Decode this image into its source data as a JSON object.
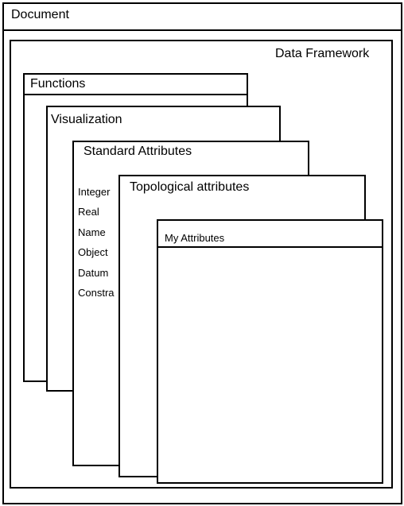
{
  "document": {
    "title": "Document"
  },
  "framework": {
    "title": "Data Framework"
  },
  "functions": {
    "title": "Functions"
  },
  "visualization": {
    "title": "Visualization"
  },
  "standard_attributes": {
    "title": "Standard Attributes",
    "items": [
      "Integer",
      "Real",
      "Name",
      "Object",
      "Datum",
      "Constra"
    ]
  },
  "topological_attributes": {
    "title": "Topological attributes"
  },
  "my_attributes": {
    "title": "My Attributes"
  }
}
